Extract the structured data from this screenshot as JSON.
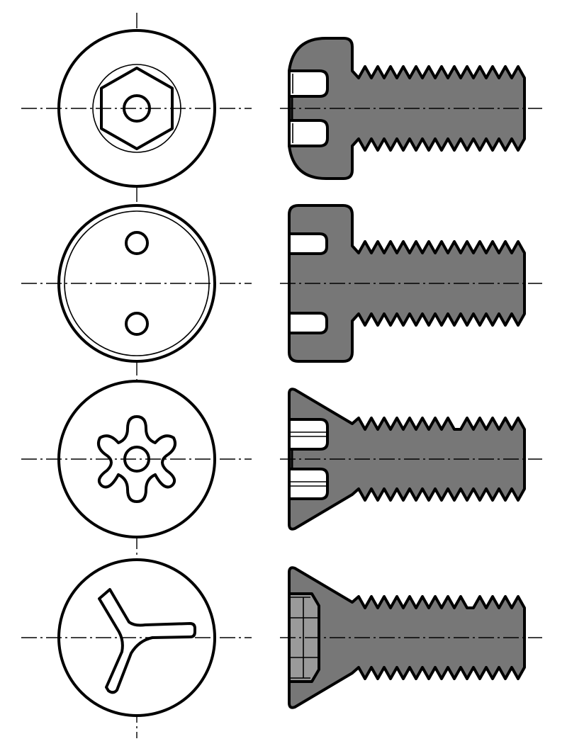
{
  "figure": {
    "rows": [
      {
        "name": "hex-socket-pan-head-screw",
        "end_view": "hex-socket",
        "side_view": "pan-head"
      },
      {
        "name": "spanner-socket-cheese-head-screw",
        "end_view": "two-pin-spanner",
        "side_view": "cheese-head"
      },
      {
        "name": "torx-countersunk-screw",
        "end_view": "six-lobe-torx",
        "side_view": "countersunk"
      },
      {
        "name": "tri-wing-countersunk-screw",
        "end_view": "tri-wing",
        "side_view": "countersunk"
      }
    ]
  },
  "colors": {
    "outline": "#000000",
    "steel_fill": "#777777",
    "background": "#ffffff"
  }
}
